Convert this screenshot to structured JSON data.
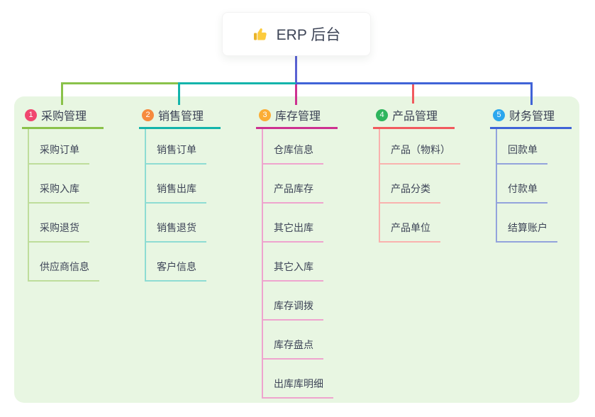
{
  "root": {
    "label": "ERP 后台",
    "icon": "thumbs-up-icon"
  },
  "colors": {
    "root_edge": "#5a62d3",
    "panel_background": "#e8f6e2",
    "node_text": "#3d4457"
  },
  "branches": [
    {
      "number": "1",
      "label": "采购管理",
      "badge_color": "#f0476f",
      "line_color": "#8ac24a",
      "light_color": "#bedd9b",
      "children": [
        "采购订单",
        "采购入库",
        "采购退货",
        "供应商信息"
      ]
    },
    {
      "number": "2",
      "label": "销售管理",
      "badge_color": "#f68a3e",
      "line_color": "#13b4ab",
      "light_color": "#8edcd3",
      "children": [
        "销售订单",
        "销售出库",
        "销售退货",
        "客户信息"
      ]
    },
    {
      "number": "3",
      "label": "库存管理",
      "badge_color": "#fbad35",
      "line_color": "#cd3190",
      "light_color": "#efa4ce",
      "children": [
        "仓库信息",
        "产品库存",
        "其它出库",
        "其它入库",
        "库存调拨",
        "库存盘点",
        "出库库明细"
      ]
    },
    {
      "number": "4",
      "label": "产品管理",
      "badge_color": "#2eb55d",
      "line_color": "#f15a5e",
      "light_color": "#f9b2ae",
      "children": [
        "产品（物料）",
        "产品分类",
        "产品单位"
      ]
    },
    {
      "number": "5",
      "label": "财务管理",
      "badge_color": "#2ba7ee",
      "line_color": "#4063d7",
      "light_color": "#93a3dc",
      "children": [
        "回款单",
        "付款单",
        "结算账户"
      ]
    }
  ]
}
